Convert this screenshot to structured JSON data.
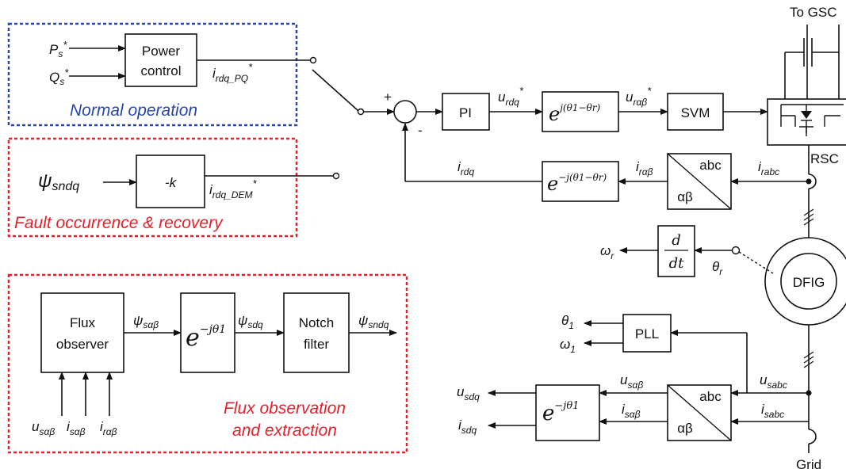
{
  "regions": {
    "normal": "Normal operation",
    "fault": "Fault occurrence & recovery",
    "flux_line1": "Flux observation",
    "flux_line2": "and extraction"
  },
  "blocks": {
    "power_control_1": "Power",
    "power_control_2": "control",
    "gain": "-k",
    "pi": "PI",
    "svm": "SVM",
    "pll": "PLL",
    "dfig": "DFIG",
    "abc": "abc",
    "alphabeta": "αβ",
    "flux_observer_1": "Flux",
    "flux_observer_2": "observer",
    "notch_1": "Notch",
    "notch_2": "filter",
    "d": "d",
    "dt": "dt",
    "e": "e",
    "exp_pos": "j(θ1−θr)",
    "exp_neg": "−j(θ1−θr)",
    "exp_theta": "−jθ1"
  },
  "labels": {
    "to_gsc": "To GSC",
    "rsc": "RSC",
    "grid": "Grid",
    "plus": "+",
    "minus": "-",
    "star": "*",
    "P": "P",
    "P_sub": "s",
    "Q": "Q",
    "Q_sub": "s",
    "i": "i",
    "u": "u",
    "psi": "ψ",
    "omega": "ω",
    "theta": "θ",
    "rdq_PQ": "rdq_PQ",
    "rdq_DEM": "rdq_DEM",
    "rdq": "rdq",
    "rab": "rαβ",
    "rabc": "rabc",
    "sndq": "sndq",
    "sab": "sαβ",
    "sdq": "sdq",
    "sabc": "sabc",
    "r": "r",
    "one": "1"
  },
  "colors": {
    "line": "#111111",
    "blue_region": "#2a46a6",
    "red_region": "#e5202a"
  }
}
